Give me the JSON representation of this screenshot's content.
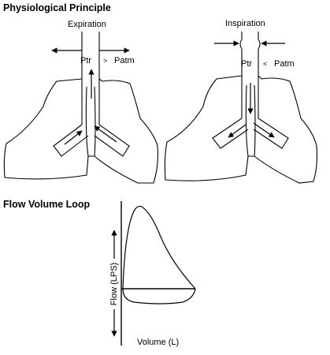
{
  "sections": {
    "physiological_title": "Physiological Principle",
    "flow_volume_title": "Flow Volume Loop"
  },
  "expiration": {
    "label": "Expiration",
    "ptr": "Ptr",
    "relation": ">",
    "patm": "Patm"
  },
  "inspiration": {
    "label": "Inspiration",
    "ptr": "Ptr",
    "relation": "<",
    "patm": "Patm"
  },
  "loop": {
    "y_label": "Flow (LPS)",
    "x_label": "Volume (L)"
  }
}
